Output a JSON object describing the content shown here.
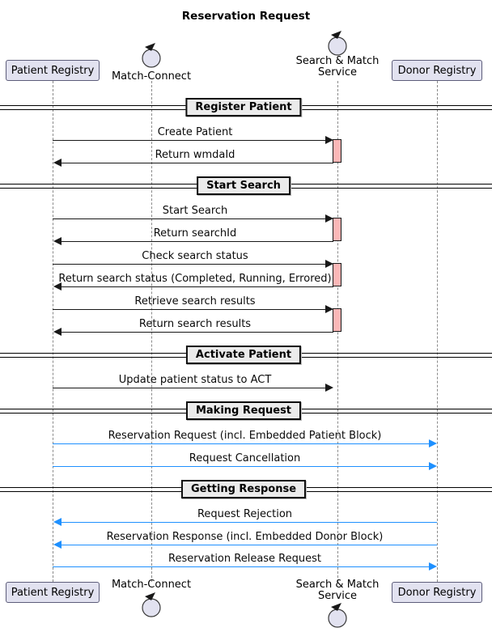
{
  "title": "Reservation Request",
  "participants": {
    "patient_registry": "Patient Registry",
    "match_connect": "Match-Connect",
    "search_match_line1": "Search & Match",
    "search_match_line2": "Service",
    "donor_registry": "Donor Registry"
  },
  "icons": {
    "match_connect": "control-icon",
    "search_match": "control-icon"
  },
  "dividers": {
    "register_patient": "Register Patient",
    "start_search": "Start Search",
    "activate_patient": "Activate Patient",
    "making_request": "Making Request",
    "getting_response": "Getting Response"
  },
  "messages": [
    {
      "label": "Create Patient",
      "from": "Patient Registry",
      "to": "Search & Match Service",
      "direction": "right",
      "color": "#181818"
    },
    {
      "label": "Return wmdaId",
      "from": "Search & Match Service",
      "to": "Patient Registry",
      "direction": "left",
      "color": "#181818"
    },
    {
      "label": "Start Search",
      "from": "Patient Registry",
      "to": "Search & Match Service",
      "direction": "right",
      "color": "#181818"
    },
    {
      "label": "Return searchId",
      "from": "Search & Match Service",
      "to": "Patient Registry",
      "direction": "left",
      "color": "#181818"
    },
    {
      "label": "Check search status",
      "from": "Patient Registry",
      "to": "Search & Match Service",
      "direction": "right",
      "color": "#181818"
    },
    {
      "label": "Return search status (Completed, Running, Errored)",
      "from": "Search & Match Service",
      "to": "Patient Registry",
      "direction": "left",
      "color": "#181818"
    },
    {
      "label": "Retrieve search results",
      "from": "Patient Registry",
      "to": "Search & Match Service",
      "direction": "right",
      "color": "#181818"
    },
    {
      "label": "Return search results",
      "from": "Search & Match Service",
      "to": "Patient Registry",
      "direction": "left",
      "color": "#181818"
    },
    {
      "label": "Update patient status to ACT",
      "from": "Patient Registry",
      "to": "Search & Match Service",
      "direction": "right",
      "color": "#181818"
    },
    {
      "label": "Reservation Request (incl. Embedded Patient Block)",
      "from": "Patient Registry",
      "to": "Donor Registry",
      "direction": "right",
      "color": "#1E90FF"
    },
    {
      "label": "Request Cancellation",
      "from": "Patient Registry",
      "to": "Donor Registry",
      "direction": "right",
      "color": "#1E90FF"
    },
    {
      "label": "Request Rejection",
      "from": "Donor Registry",
      "to": "Patient Registry",
      "direction": "left",
      "color": "#1E90FF"
    },
    {
      "label": "Reservation Response (incl. Embedded Donor Block)",
      "from": "Donor Registry",
      "to": "Patient Registry",
      "direction": "left",
      "color": "#1E90FF"
    },
    {
      "label": "Reservation Release Request",
      "from": "Patient Registry",
      "to": "Donor Registry",
      "direction": "right",
      "color": "#1E90FF"
    }
  ],
  "colors": {
    "participant_fill": "#E2E2F0",
    "participant_border": "#5d5d7a",
    "activation_fill": "#FBB7B7",
    "divider_fill": "#EBEBEB",
    "message_black": "#181818",
    "message_blue": "#1E90FF",
    "lifeline": "#8a8a8a"
  }
}
